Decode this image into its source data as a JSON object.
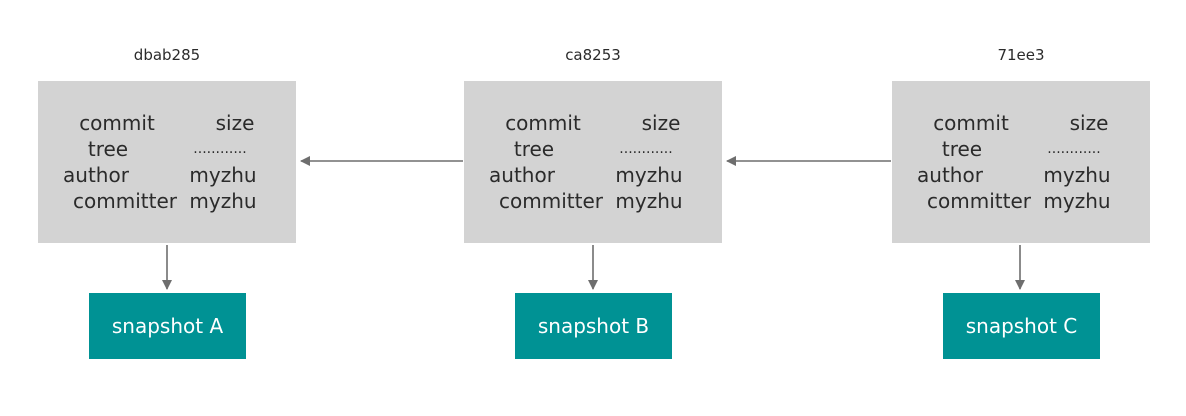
{
  "commits": [
    {
      "hash": "dbab285",
      "fields": [
        {
          "key": "commit",
          "value": "size"
        },
        {
          "key": "tree",
          "value": "............"
        },
        {
          "key": "author",
          "value": "myzhu"
        },
        {
          "key": "committer",
          "value": "myzhu"
        }
      ],
      "snapshot": "snapshot A"
    },
    {
      "hash": "ca8253",
      "fields": [
        {
          "key": "commit",
          "value": "size"
        },
        {
          "key": "tree",
          "value": "............"
        },
        {
          "key": "author",
          "value": "myzhu"
        },
        {
          "key": "committer",
          "value": "myzhu"
        }
      ],
      "snapshot": "snapshot B"
    },
    {
      "hash": "71ee3",
      "fields": [
        {
          "key": "commit",
          "value": "size"
        },
        {
          "key": "tree",
          "value": "............"
        },
        {
          "key": "author",
          "value": "myzhu"
        },
        {
          "key": "committer",
          "value": "myzhu"
        }
      ],
      "snapshot": "snapshot C"
    }
  ],
  "colors": {
    "commit_box": "#d3d3d3",
    "snapshot_box": "#009294",
    "arrow": "#6e6e6e"
  }
}
